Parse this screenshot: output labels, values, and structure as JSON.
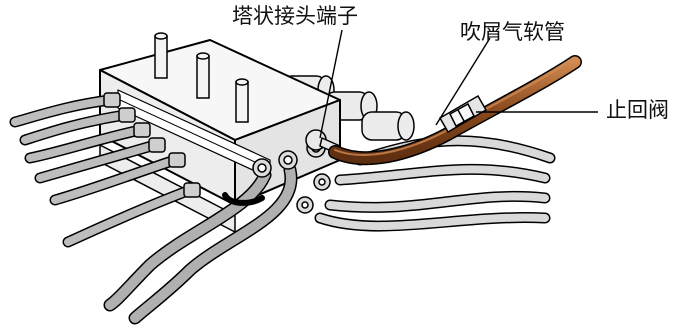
{
  "labels": {
    "barbed_fitting": "塔状接头端子",
    "chip_blow_hose": "吹屑气软管",
    "check_valve": "止回阀"
  },
  "colors": {
    "background": "#ffffff",
    "line": "#000000",
    "manifold_fill": "#f3f3f3",
    "hose_gray": "#b5b5b5",
    "hose_light": "#e2e2e2",
    "brown_hose": "#8b4a1e",
    "brown_highlight": "#d08a52"
  }
}
